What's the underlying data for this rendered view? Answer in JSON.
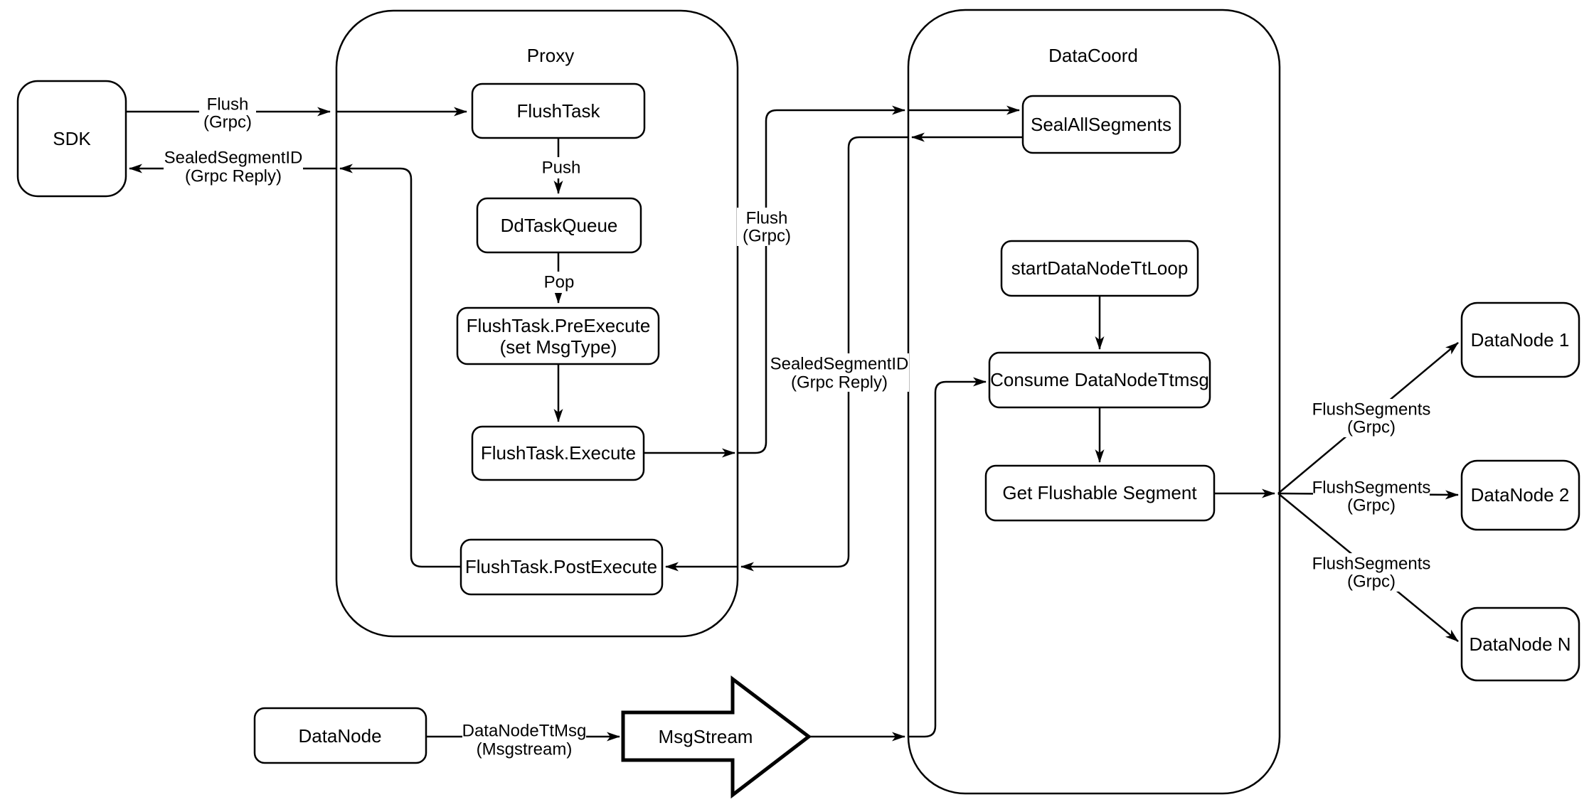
{
  "diagram": {
    "colors": {
      "background": "#ffffff",
      "line": "#000000",
      "node_fill": "#ffffff",
      "text": "#000000"
    },
    "containers": {
      "proxy": {
        "title": "Proxy"
      },
      "datacoord": {
        "title": "DataCoord"
      }
    },
    "nodes": {
      "sdk": {
        "label": "SDK"
      },
      "flush_task": {
        "label": "FlushTask"
      },
      "dd_task_queue": {
        "label": "DdTaskQueue"
      },
      "pre_execute": {
        "label_line1": "FlushTask.PreExecute",
        "label_line2": "(set MsgType)"
      },
      "execute": {
        "label": "FlushTask.Execute"
      },
      "post_execute": {
        "label": "FlushTask.PostExecute"
      },
      "seal_all_segments": {
        "label": "SealAllSegments"
      },
      "start_datanode_tt_loop": {
        "label": "startDataNodeTtLoop"
      },
      "consume_datanode_ttmsg": {
        "label": "Consume DataNodeTtmsg"
      },
      "get_flushable_segment": {
        "label": "Get Flushable Segment"
      },
      "datanode_1": {
        "label": "DataNode 1"
      },
      "datanode_2": {
        "label": "DataNode 2"
      },
      "datanode_n": {
        "label": "DataNode N"
      },
      "datanode": {
        "label": "DataNode"
      },
      "msgstream": {
        "label": "MsgStream"
      }
    },
    "edge_labels": {
      "flush_grpc_sdk": {
        "line1": "Flush",
        "line2": "(Grpc)"
      },
      "sealed_segment_id_sdk": {
        "line1": "SealedSegmentID",
        "line2": "(Grpc Reply)"
      },
      "push": "Push",
      "pop": "Pop",
      "flush_grpc_datacoord": {
        "line1": "Flush",
        "line2": "(Grpc)"
      },
      "sealed_segment_id_datacoord": {
        "line1": "SealedSegmentID",
        "line2": "(Grpc Reply)"
      },
      "flush_segments_1": {
        "line1": "FlushSegments",
        "line2": "(Grpc)"
      },
      "flush_segments_2": {
        "line1": "FlushSegments",
        "line2": "(Grpc)"
      },
      "flush_segments_n": {
        "line1": "FlushSegments",
        "line2": "(Grpc)"
      },
      "datanode_tt_msg": {
        "line1": "DataNodeTtMsg",
        "line2": "(Msgstream)"
      }
    }
  }
}
